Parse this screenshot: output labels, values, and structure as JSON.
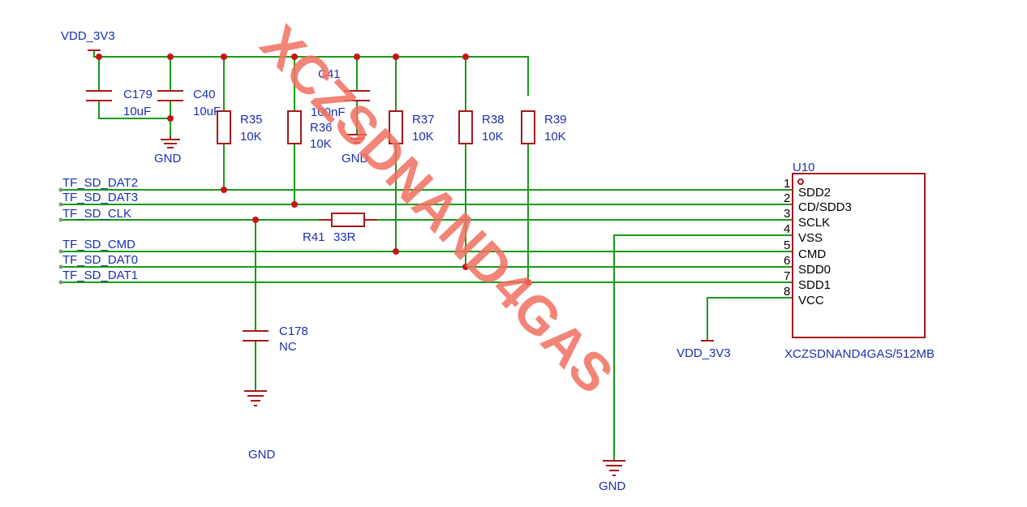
{
  "colors": {
    "wire": "#1a9a1a",
    "component": "#a81818",
    "junction": "#c81414",
    "text": "#1a2fb0",
    "netlabel": "#1a2fb0",
    "pin_text": "#000000",
    "watermark": "#f07060"
  },
  "power": {
    "top_rail": "VDD_3V3",
    "gnd_c179": "GND",
    "gnd_c41": "GND",
    "gnd_c178": "GND",
    "gnd_vss": "GND",
    "vcc_rail": "VDD_3V3"
  },
  "capacitors": {
    "c179": {
      "ref": "C179",
      "value": "10uF"
    },
    "c40": {
      "ref": "C40",
      "value": "10uF"
    },
    "c41": {
      "ref": "C41",
      "value": "100nF"
    },
    "c178": {
      "ref": "C178",
      "value": "NC"
    }
  },
  "resistors": {
    "r35": {
      "ref": "R35",
      "value": "10K"
    },
    "r36": {
      "ref": "R36",
      "value": "10K"
    },
    "r37": {
      "ref": "R37",
      "value": "10K"
    },
    "r38": {
      "ref": "R38",
      "value": "10K"
    },
    "r39": {
      "ref": "R39",
      "value": "10K"
    },
    "r41": {
      "ref": "R41",
      "value": "33R"
    }
  },
  "nets": {
    "dat2": "TF_SD_DAT2",
    "dat3": "TF_SD_DAT3",
    "clk": "TF_SD_CLK",
    "cmd": "TF_SD_CMD",
    "dat0": "TF_SD_DAT0",
    "dat1": "TF_SD_DAT1"
  },
  "u10": {
    "ref": "U10",
    "part": "XCZSDNAND4GAS/512MB",
    "pins": [
      {
        "num": "1",
        "name": "SDD2"
      },
      {
        "num": "2",
        "name": "CD/SDD3"
      },
      {
        "num": "3",
        "name": "SCLK"
      },
      {
        "num": "4",
        "name": "VSS"
      },
      {
        "num": "5",
        "name": "CMD"
      },
      {
        "num": "6",
        "name": "SDD0"
      },
      {
        "num": "7",
        "name": "SDD1"
      },
      {
        "num": "8",
        "name": "VCC"
      }
    ]
  },
  "watermark": "XCZSDNAND4GAS"
}
